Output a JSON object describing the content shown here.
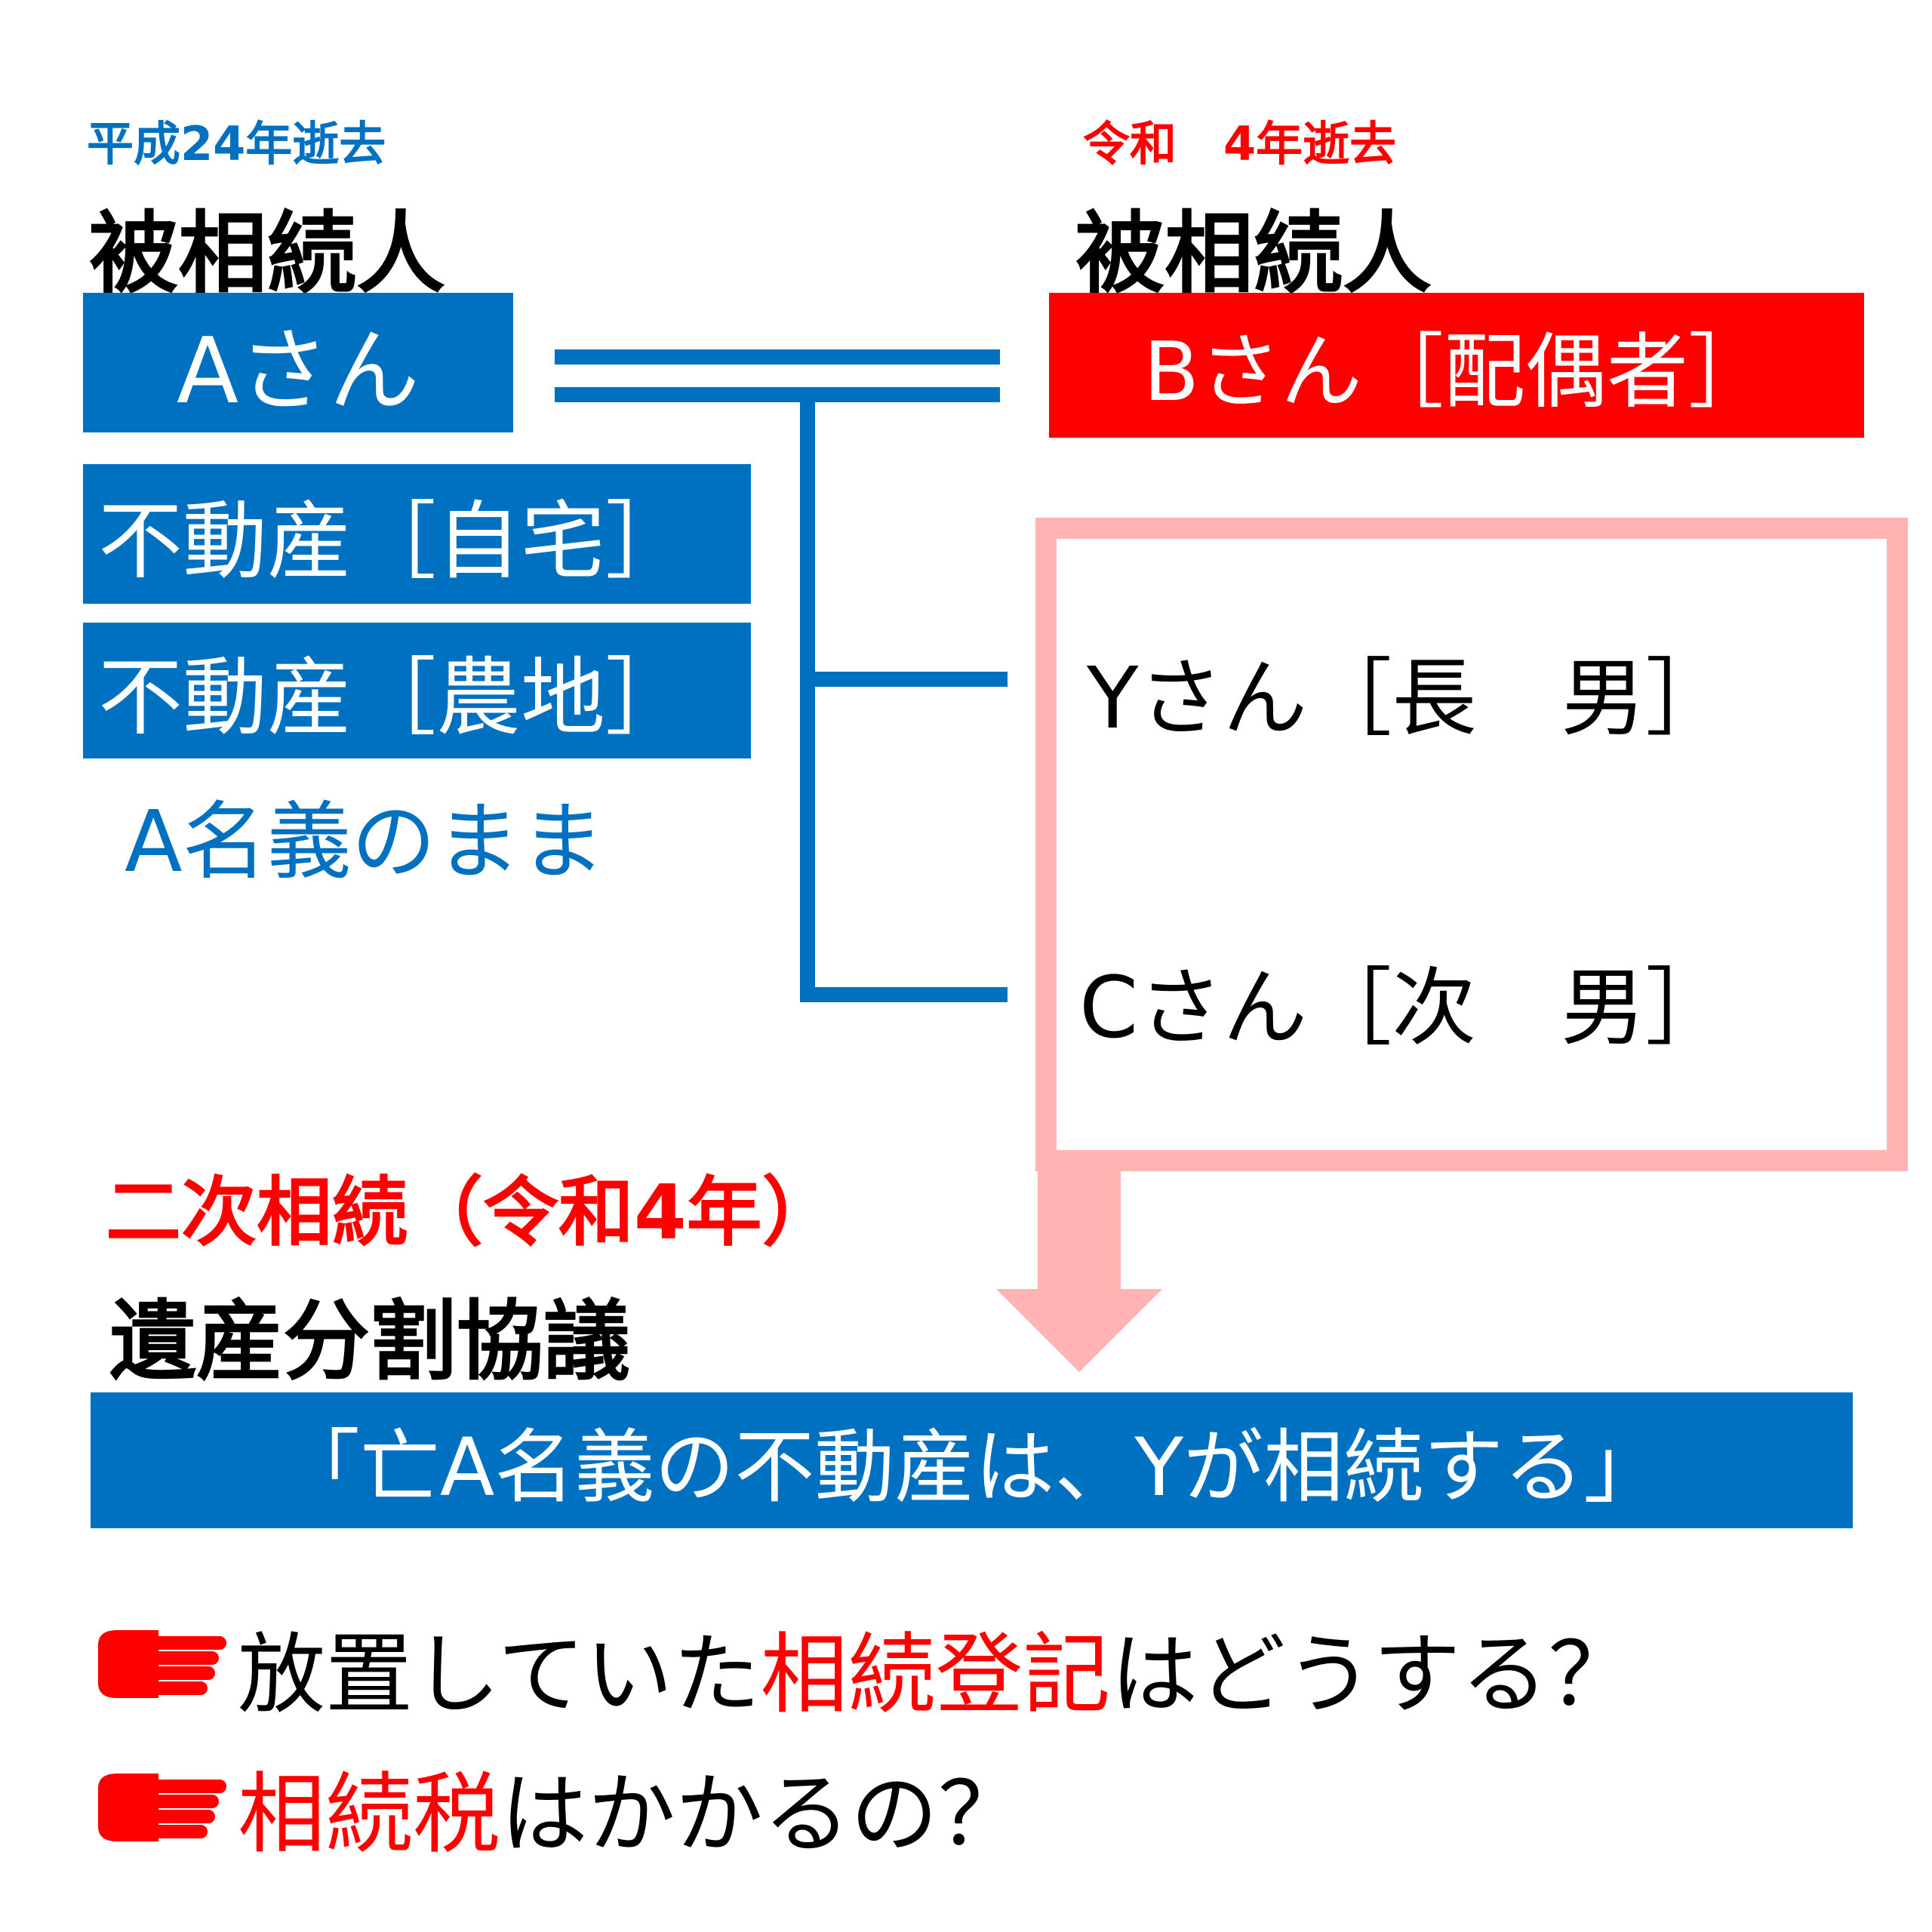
{
  "colors": {
    "blue": "#0070c0",
    "red": "#ff0000",
    "pink": "#ffb3b3",
    "black": "#000000",
    "white": "#ffffff"
  },
  "person_a": {
    "death_note": "平成24年逝去",
    "role": "被相続人",
    "name": "Aさん"
  },
  "person_b": {
    "death_note": "令和　4年逝去",
    "role": "被相続人",
    "name": "Bさん［配偶者］"
  },
  "assets": {
    "home": "不動産［自宅］",
    "farmland": "不動産［農地］",
    "title_note": "A名義のまま"
  },
  "children": {
    "eldest": "Yさん［長　男］",
    "second": "Cさん［次　男］"
  },
  "secondary_inheritance": {
    "label": "二次相続（令和4年）",
    "agreement_title": "遺産分割協議",
    "agreement_content": "「亡A名義の不動産は、Yが相続する」"
  },
  "questions": [
    {
      "icon": "pointing-hand-icon",
      "segments": [
        {
          "text": "放置していた",
          "color": "black"
        },
        {
          "text": "相続登記",
          "color": "red"
        },
        {
          "text": "はどうする？",
          "color": "black"
        }
      ]
    },
    {
      "icon": "pointing-hand-icon",
      "segments": [
        {
          "text": "相続税",
          "color": "red"
        },
        {
          "text": "はかかるの？",
          "color": "black"
        }
      ]
    }
  ]
}
